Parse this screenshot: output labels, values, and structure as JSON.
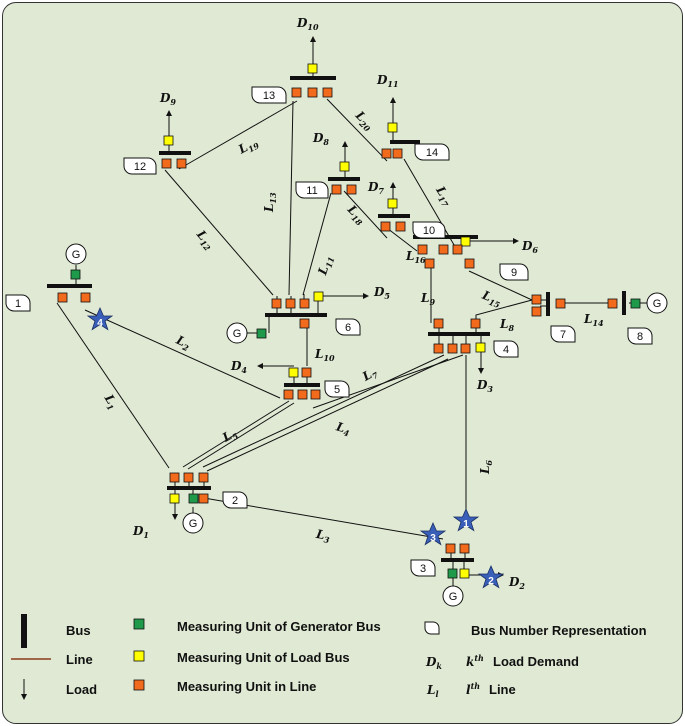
{
  "buses": [
    {
      "id": "bus-1",
      "number": "1"
    },
    {
      "id": "bus-2",
      "number": "2"
    },
    {
      "id": "bus-3",
      "number": "3"
    },
    {
      "id": "bus-4",
      "number": "4"
    },
    {
      "id": "bus-5",
      "number": "5"
    },
    {
      "id": "bus-6",
      "number": "6"
    },
    {
      "id": "bus-7",
      "number": "7"
    },
    {
      "id": "bus-8",
      "number": "8"
    },
    {
      "id": "bus-9",
      "number": "9"
    },
    {
      "id": "bus-10",
      "number": "10"
    },
    {
      "id": "bus-11",
      "number": "11"
    },
    {
      "id": "bus-12",
      "number": "12"
    },
    {
      "id": "bus-13",
      "number": "13"
    },
    {
      "id": "bus-14",
      "number": "14"
    }
  ],
  "generators": [
    {
      "bus": "1",
      "label": "G"
    },
    {
      "bus": "2",
      "label": "G"
    },
    {
      "bus": "3",
      "label": "G"
    },
    {
      "bus": "6",
      "label": "G"
    },
    {
      "bus": "8",
      "label": "G"
    }
  ],
  "loads": [
    {
      "name": "D",
      "sub": "1"
    },
    {
      "name": "D",
      "sub": "2"
    },
    {
      "name": "D",
      "sub": "3"
    },
    {
      "name": "D",
      "sub": "4"
    },
    {
      "name": "D",
      "sub": "5"
    },
    {
      "name": "D",
      "sub": "6"
    },
    {
      "name": "D",
      "sub": "7"
    },
    {
      "name": "D",
      "sub": "8"
    },
    {
      "name": "D",
      "sub": "9"
    },
    {
      "name": "D",
      "sub": "10"
    },
    {
      "name": "D",
      "sub": "11"
    }
  ],
  "lines": [
    {
      "name": "L",
      "sub": "1"
    },
    {
      "name": "L",
      "sub": "2"
    },
    {
      "name": "L",
      "sub": "3"
    },
    {
      "name": "L",
      "sub": "4"
    },
    {
      "name": "L",
      "sub": "5"
    },
    {
      "name": "L",
      "sub": "6"
    },
    {
      "name": "L",
      "sub": "7"
    },
    {
      "name": "L",
      "sub": "8"
    },
    {
      "name": "L",
      "sub": "9"
    },
    {
      "name": "L",
      "sub": "10"
    },
    {
      "name": "L",
      "sub": "11"
    },
    {
      "name": "L",
      "sub": "12"
    },
    {
      "name": "L",
      "sub": "13"
    },
    {
      "name": "L",
      "sub": "14"
    },
    {
      "name": "L",
      "sub": "15"
    },
    {
      "name": "L",
      "sub": "16"
    },
    {
      "name": "L",
      "sub": "17"
    },
    {
      "name": "L",
      "sub": "18"
    },
    {
      "name": "L",
      "sub": "19"
    },
    {
      "name": "L",
      "sub": "20"
    }
  ],
  "stars": [
    "1",
    "2",
    "3",
    "4"
  ],
  "legend": {
    "bus": "Bus",
    "line": "Line",
    "load": "Load",
    "gen_unit": "Measuring Unit of Generator Bus",
    "load_unit": "Measuring Unit of Load Bus",
    "line_unit": "Measuring Unit in Line",
    "bus_number": "Bus Number Representation",
    "demand_sym": "D",
    "demand_sub": "k",
    "demand_sup": "th",
    "demand_text": "Load Demand",
    "line_sym": "L",
    "line_sub": "l",
    "line_sup": "th",
    "line_text": "Line"
  },
  "colors": {
    "background": "#dfe9d3",
    "generator_unit": "#1f9a4a",
    "load_unit": "#ffff00",
    "line_unit": "#f26b1d",
    "star": "#3a5fb8",
    "legend_line": "#8b3a1a"
  }
}
